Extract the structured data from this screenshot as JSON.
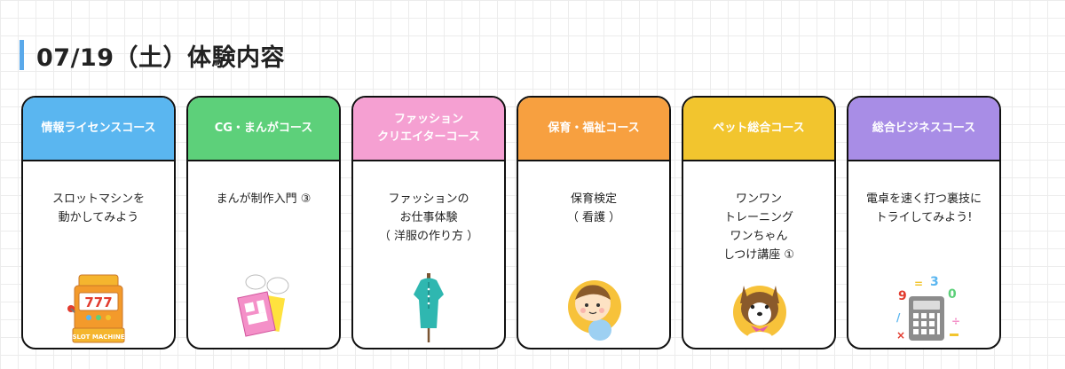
{
  "heading": {
    "title": "07/19（土）体験内容"
  },
  "cards": [
    {
      "title": "情報ライセンスコース",
      "color": "#5ab6f0",
      "desc": "スロットマシンを\n動かしてみよう",
      "icon": "slot-machine-icon",
      "illust_label": "SLOT MACHINE"
    },
    {
      "title": "CG・まんがコース",
      "color": "#5dd07a",
      "desc": "まんが制作入門 ③",
      "icon": "manga-pages-icon"
    },
    {
      "title": "ファッション\nクリエイターコース",
      "color": "#f5a0d2",
      "desc": "ファッションの\nお仕事体験\n（ 洋服の作り方 ）",
      "icon": "dress-form-icon"
    },
    {
      "title": "保育・福祉コース",
      "color": "#f7a040",
      "desc": "保育検定\n（ 看護 ）",
      "icon": "baby-icon"
    },
    {
      "title": "ペット総合コース",
      "color": "#f2c52e",
      "desc": "ワンワン\nトレーニング\nワンちゃん\nしつけ講座 ①",
      "icon": "dog-icon"
    },
    {
      "title": "総合ビジネスコース",
      "color": "#a88de6",
      "desc": "電卓を速く打つ裏技に\nトライしてみよう!",
      "icon": "calculator-icon"
    }
  ]
}
